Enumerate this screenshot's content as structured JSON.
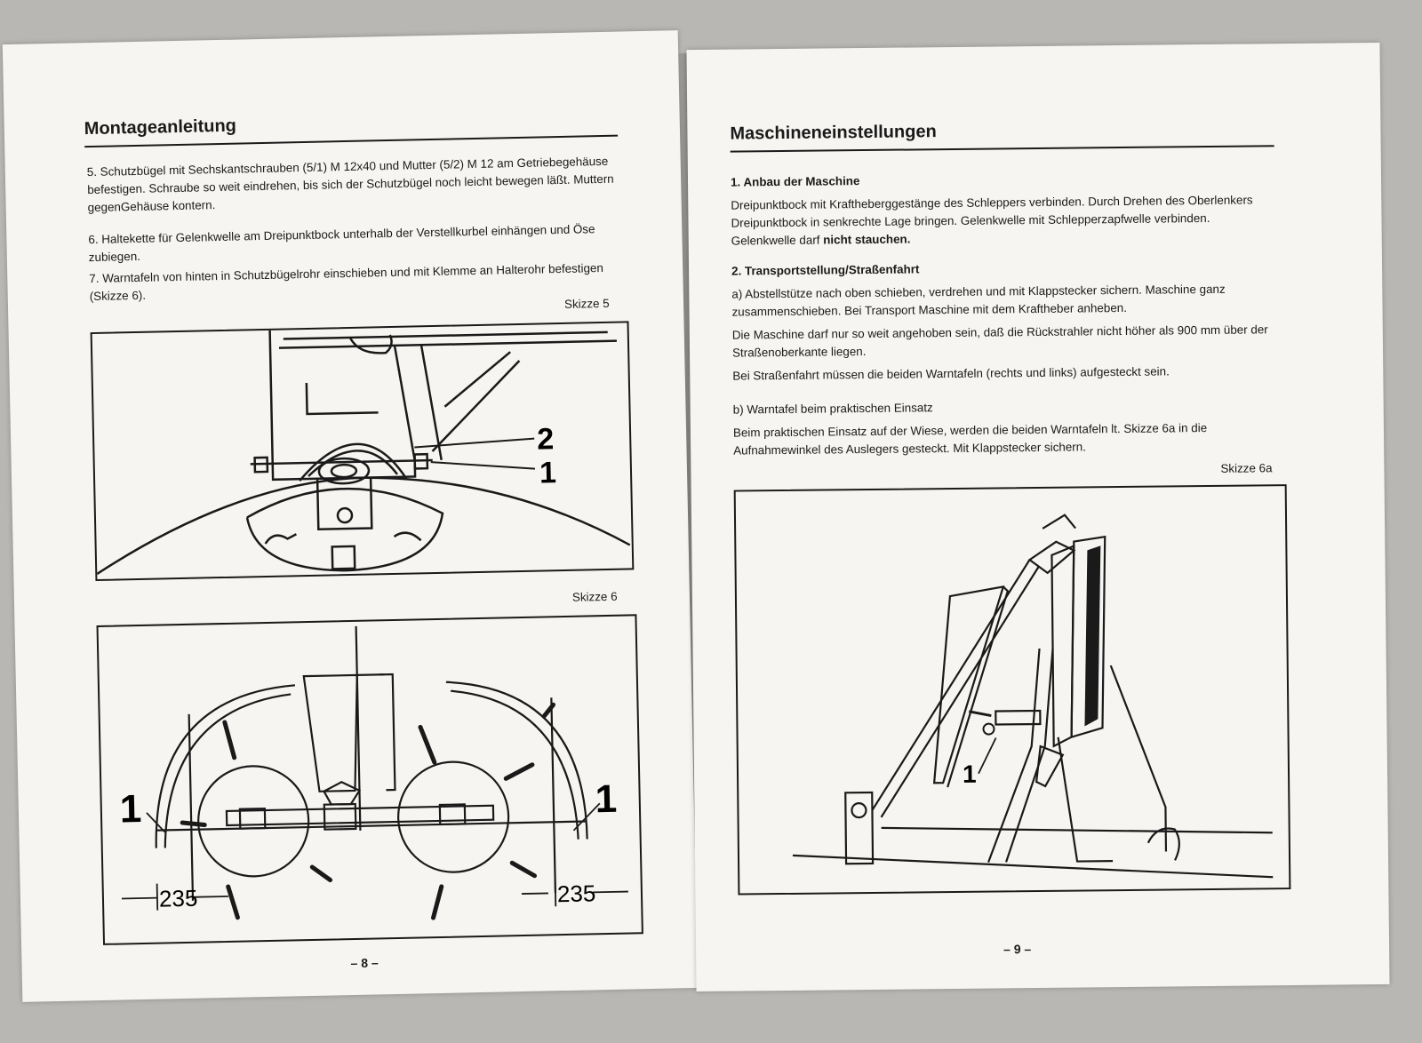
{
  "left_page": {
    "title": "Montageanleitung",
    "paragraphs": [
      "5. Schutzbügel mit Sechskantschrauben (5/1) M 12x40 und Mutter (5/2) M 12 am Getriebegehäuse befestigen. Schraube so weit eindrehen, bis sich der Schutzbügel noch leicht bewegen läßt. Muttern gegenGehäuse kontern.",
      "6. Haltekette für Gelenkwelle am Dreipunktbock unterhalb der Verstellkurbel einhängen und Öse zubiegen.",
      "7. Warntafeln von hinten in Schutzbügelrohr einschieben und mit Klemme an Halterohr befestigen (Skizze 6)."
    ],
    "sketch5_caption": "Skizze 5",
    "sketch5_labels": [
      "2",
      "1"
    ],
    "sketch6_caption": "Skizze 6",
    "sketch6_labels": [
      "1",
      "1"
    ],
    "sketch6_dims": [
      "235",
      "235"
    ],
    "page_number": "– 8 –"
  },
  "right_page": {
    "title": "Maschineneinstellungen",
    "section1_heading": "1. Anbau der Maschine",
    "section1_text": "Dreipunktbock mit Kraftheberggestänge des Schleppers verbinden. Durch Drehen des Oberlenkers Dreipunktbock in senkrechte Lage bringen. Gelenkwelle mit Schlepperzapfwelle verbinden. Gelenkwelle darf",
    "section1_bold": "nicht stauchen.",
    "section2_heading": "2. Transportstellung/Straßenfahrt",
    "section2_paragraphs": [
      "a) Abstellstütze nach oben schieben, verdrehen und mit Klappstecker sichern. Maschine ganz zusammenschieben. Bei Transport Maschine mit dem Kraftheber anheben.",
      "Die Maschine darf nur so weit angehoben sein, daß die Rückstrahler nicht höher als 900 mm über der Straßenoberkante liegen.",
      "Bei Straßenfahrt müssen die beiden Warntafeln (rechts und links) aufgesteckt sein.",
      "b) Warntafel beim praktischen Einsatz",
      "Beim praktischen Einsatz auf der Wiese, werden die beiden Warntafeln lt. Skizze 6a in die Aufnahmewinkel des Auslegers gesteckt. Mit Klappstecker sichern."
    ],
    "sketch6a_caption": "Skizze 6a",
    "sketch6a_labels": [
      "1"
    ],
    "page_number": "– 9 –"
  }
}
